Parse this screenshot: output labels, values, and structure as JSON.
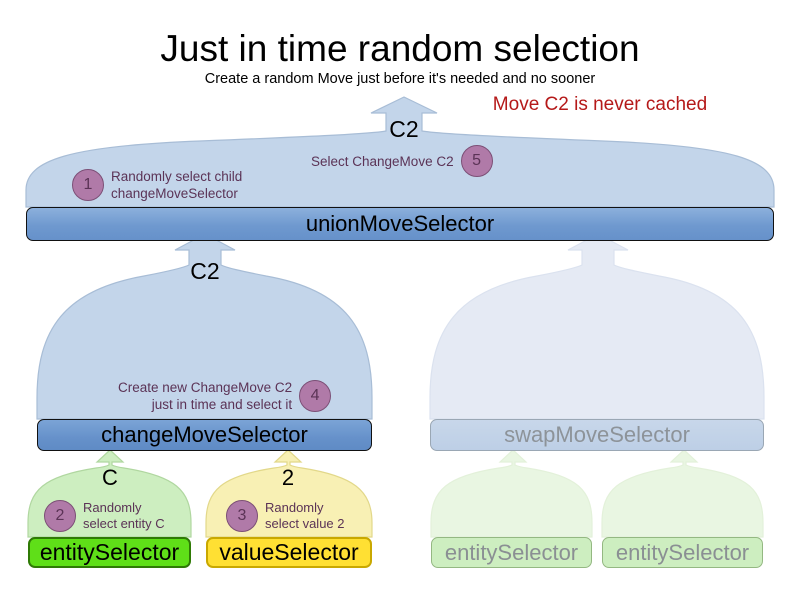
{
  "header": {
    "title": "Just in time random selection",
    "subtitle": "Create a random Move just before it's needed and no sooner",
    "note": "Move C2 is never cached",
    "note_color": "#b51919"
  },
  "flow_labels": {
    "top": "C2",
    "middle": "C2",
    "entity": "C",
    "value": "2"
  },
  "nodes": {
    "union": "unionMoveSelector",
    "change": "changeMoveSelector",
    "swap": "swapMoveSelector",
    "entity_active": "entitySelector",
    "value_active": "valueSelector",
    "entity_faded_1": "entitySelector",
    "entity_faded_2": "entitySelector"
  },
  "annotations": [
    {
      "number": "1",
      "text": "Randomly select child\nchangeMoveSelector"
    },
    {
      "number": "2",
      "text": "Randomly\nselect entity C"
    },
    {
      "number": "3",
      "text": "Randomly\nselect value 2"
    },
    {
      "number": "4",
      "text": "Create new ChangeMove C2\njust in time and select it"
    },
    {
      "number": "5",
      "text": "Select ChangeMove C2"
    }
  ],
  "colors": {
    "funnel_blue": "#c3d5ea",
    "funnel_blue_faded": "#e5eaf4",
    "funnel_green": "#cdeec0",
    "funnel_green_faded": "#e9f6e2",
    "funnel_yellow": "#f8f0b4",
    "badge": "#b07aa8",
    "badge_border": "#7c4f76",
    "annotation_text": "#5b3356",
    "box_blue": "#6691ca",
    "box_blue_faded": "#c2d3e8",
    "entity_green": "#5fdf18",
    "value_yellow": "#ffe033"
  }
}
